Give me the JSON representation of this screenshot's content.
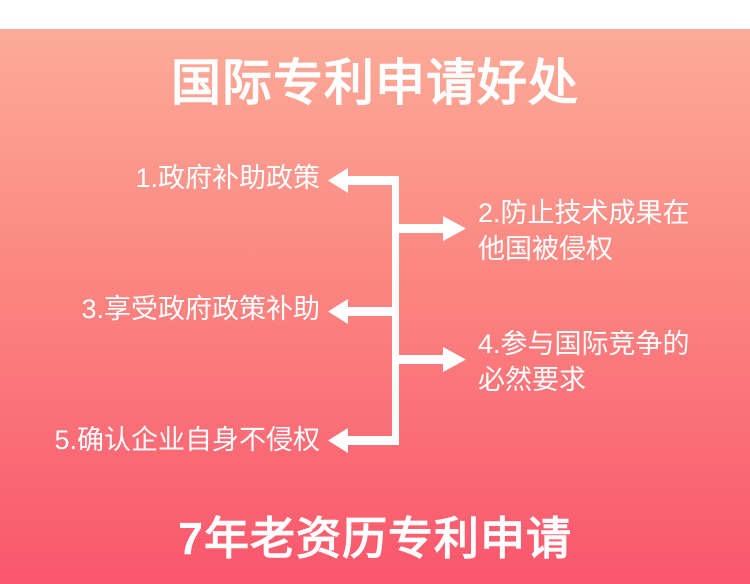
{
  "poster": {
    "title": "国际专利申请好处",
    "footer": "7年老资历专利申请",
    "colors": {
      "gradient_top": "#fcab99",
      "gradient_mid": "#fb8480",
      "gradient_bottom": "#fa566c",
      "text": "#ffffff",
      "arrow": "#ffffff",
      "top_strip": "#ffffff"
    }
  },
  "benefits": [
    {
      "number": "1.",
      "side": "left",
      "arrow": "arrow-left",
      "lines": [
        "1.政府补助政策"
      ]
    },
    {
      "number": "2.",
      "side": "right",
      "arrow": "arrow-right",
      "lines": [
        "2.防止技术成果在",
        "他国被侵权"
      ]
    },
    {
      "number": "3.",
      "side": "left",
      "arrow": "arrow-left",
      "lines": [
        "3.享受政府政策补助"
      ]
    },
    {
      "number": "4.",
      "side": "right",
      "arrow": "arrow-right",
      "lines": [
        "4.参与国际竞争的",
        "必然要求"
      ]
    },
    {
      "number": "5.",
      "side": "left",
      "arrow": "arrow-left",
      "lines": [
        "5.确认企业自身不侵权"
      ]
    }
  ]
}
